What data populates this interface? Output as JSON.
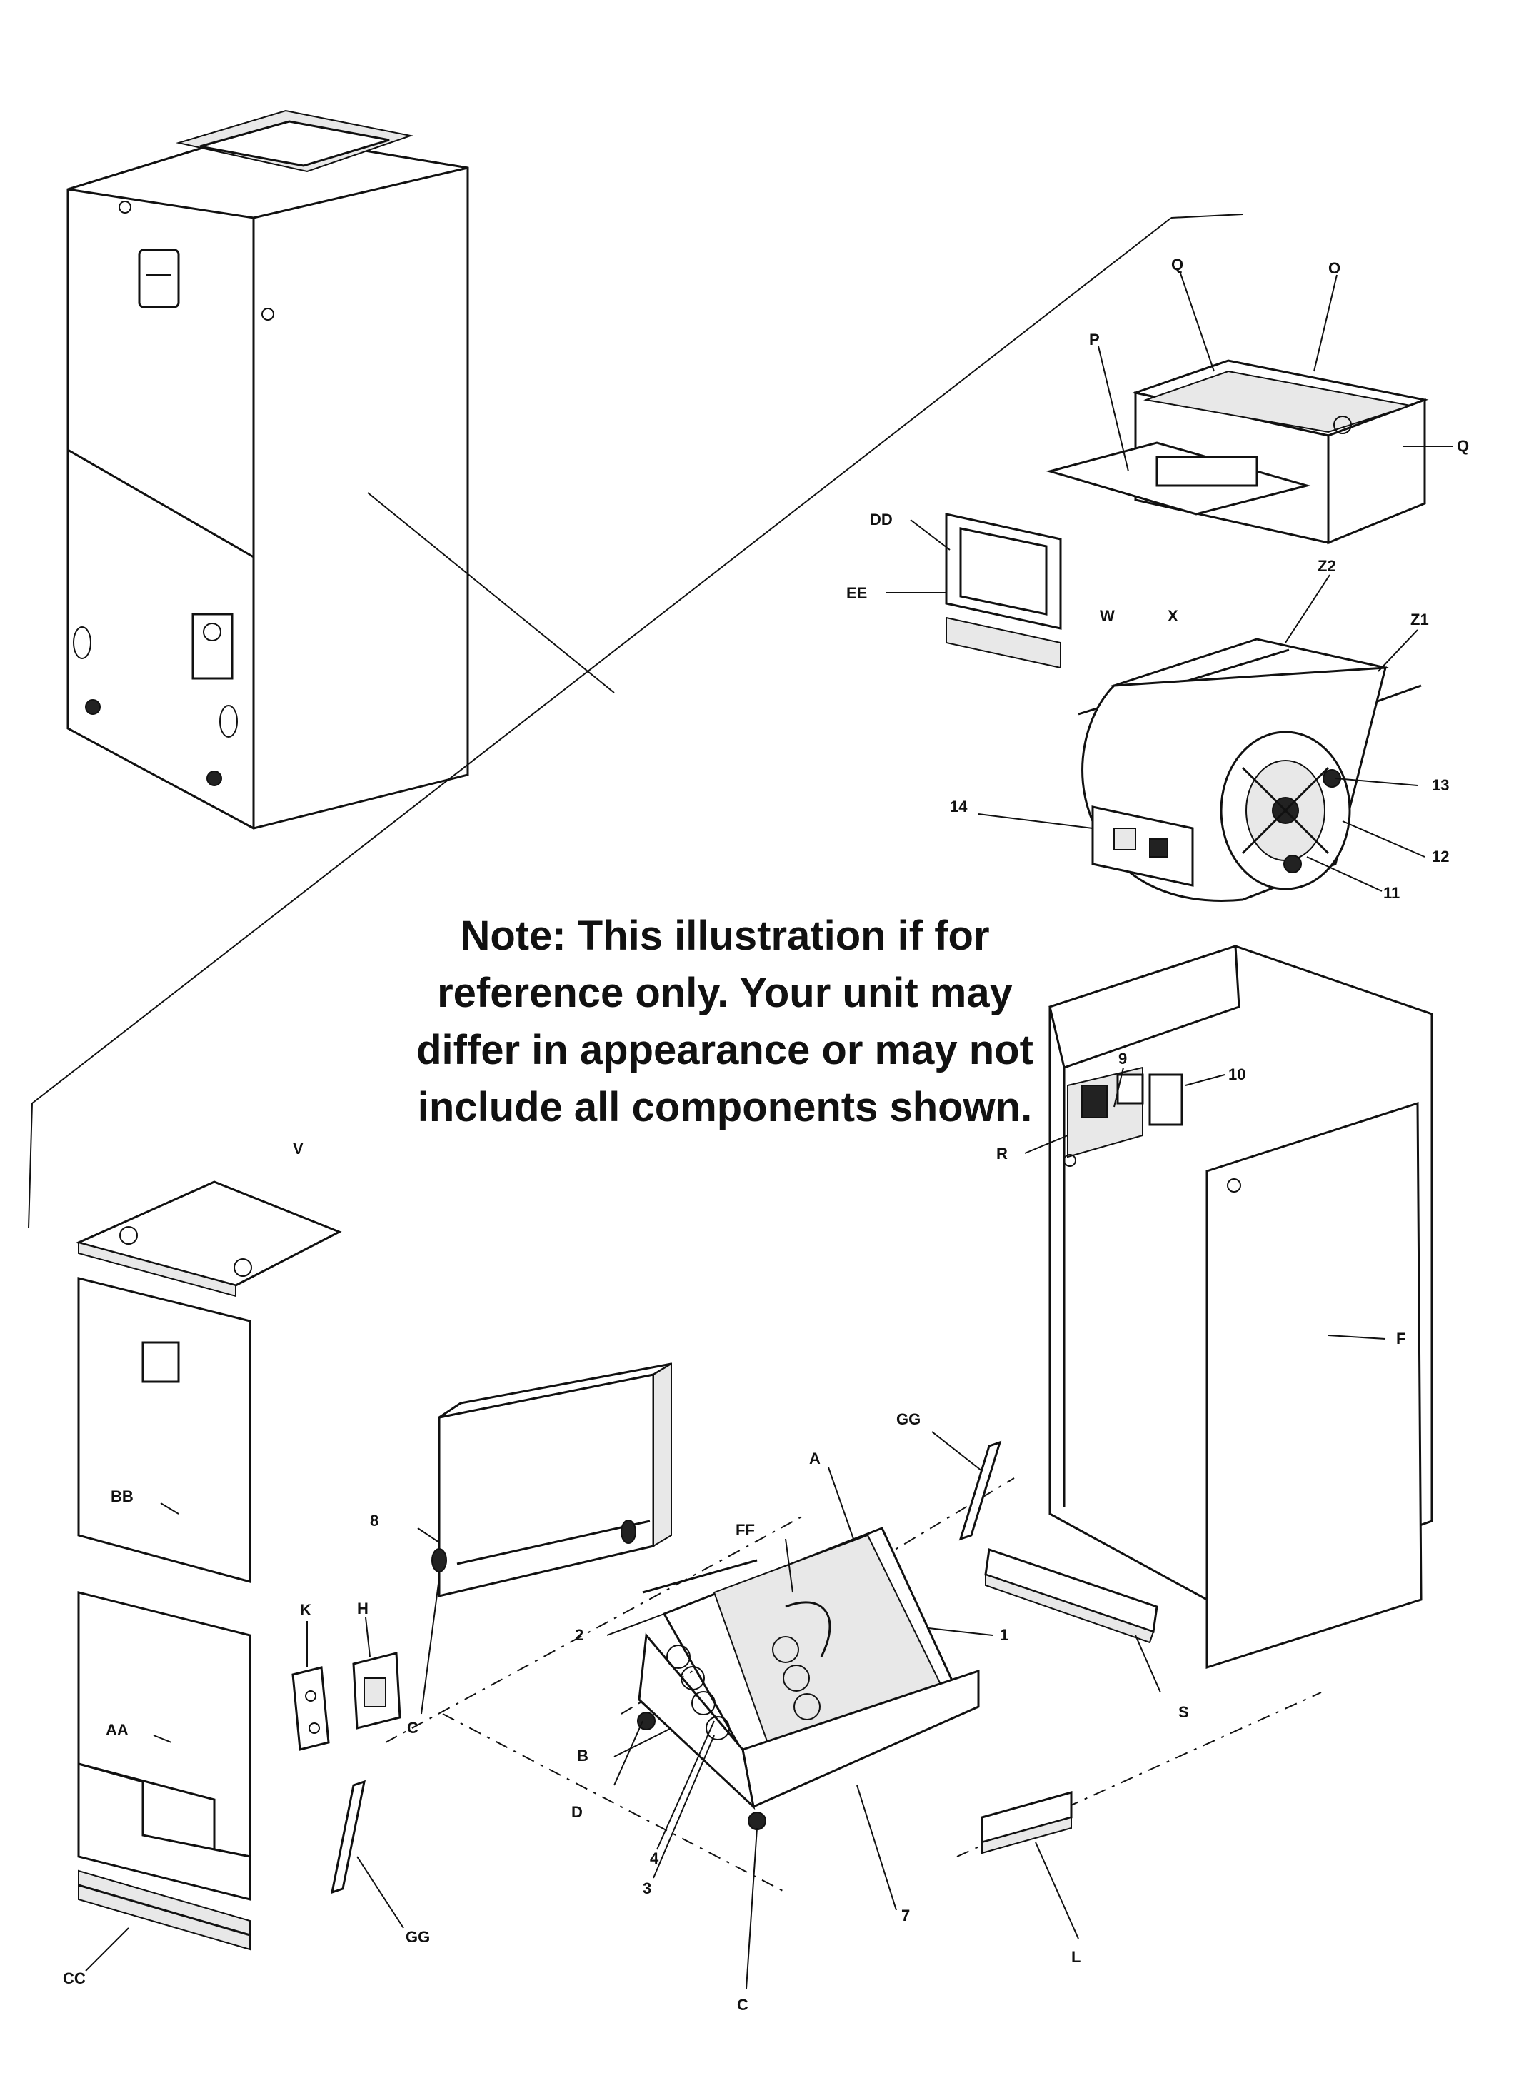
{
  "note": {
    "lines": [
      "Note:  This illustration if for",
      "reference only.  Your unit may",
      "differ in appearance or may not",
      "include all components shown."
    ]
  },
  "labels": {
    "Q_top": "Q",
    "O": "O",
    "P": "P",
    "Q_right": "Q",
    "DD": "DD",
    "EE": "EE",
    "Z2": "Z2",
    "W": "W",
    "X": "X",
    "Z1": "Z1",
    "n13": "13",
    "n14": "14",
    "n12": "12",
    "n11": "11",
    "n9": "9",
    "n10": "10",
    "R": "R",
    "V": "V",
    "F": "F",
    "GG_top": "GG",
    "BB": "BB",
    "A": "A",
    "n8": "8",
    "FF": "FF",
    "H": "H",
    "K": "K",
    "n2": "2",
    "n1": "1",
    "S": "S",
    "C_left": "C",
    "AA": "AA",
    "B": "B",
    "D": "D",
    "n4": "4",
    "GG_bottom": "GG",
    "n3": "3",
    "n7": "7",
    "L": "L",
    "CC": "CC",
    "C_bottom": "C"
  }
}
